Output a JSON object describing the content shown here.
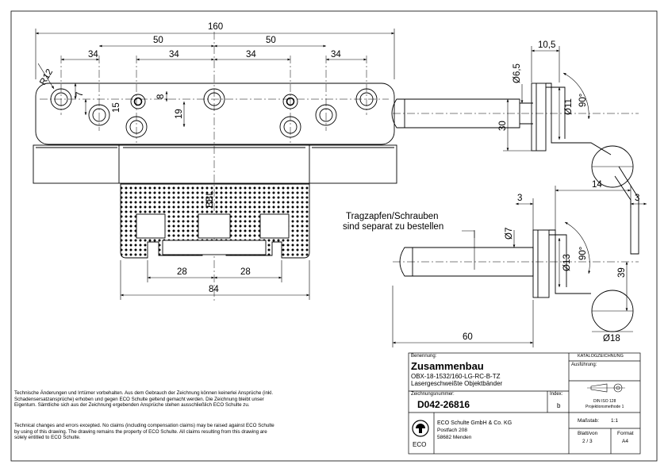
{
  "dimensions": {
    "overall_length": "160",
    "half_left": "50",
    "half_right": "50",
    "pitch_1": "34",
    "pitch_2": "34",
    "pitch_3": "34",
    "pitch_4": "34",
    "radius": "R12",
    "offset_7": "7",
    "offset_15": "15",
    "offset_8": "8",
    "offset_19": "19",
    "side_10_5": "10,5",
    "dia_6_5": "Ø6,5",
    "dia_11": "Ø11",
    "angle_top": "90°",
    "height_30": "30",
    "label_bbl": "BBL",
    "gap_3_left": "3",
    "width_14": "14",
    "gap_3_right": "3",
    "dia_7": "Ø7",
    "dia_13": "Ø13",
    "angle_bottom": "90°",
    "height_39": "39",
    "slot_28_left": "28",
    "slot_28_right": "28",
    "width_84": "84",
    "length_60": "60",
    "dia_18": "Ø18"
  },
  "callout": {
    "line1": "Tragzapfen/Schrauben",
    "line2": "sind separat zu bestellen"
  },
  "notes": {
    "german": "Technische Änderungen und Irrtümer vorbehalten. Aus dem Gebrauch der Zeichnung können keinerlei Ansprüche (inkl. Schadensersatzansprüche) erhoben und gegen ECO Schulte geltend gemacht werden. Die Zeichnung bleibt unser Eigentum. Sämtliche sich aus der Zeichnung ergebenden Ansprüche stehen ausschließlich ECO Schulte zu.",
    "english": "Technical changes and errors excepted. No claims (including compensation claims) may be raised against ECO Schulte by using of this drawing. The drawing remains the property of ECO Schulte. All claims resulting from this drawing are solely entitled to ECO Schulte."
  },
  "title_block": {
    "benennung_label": "Benennung:",
    "title": "Zusammenbau",
    "part_code": "OBX-18-1532/160-LG-RC-B-TZ",
    "description": "Lasergeschweißte Objektbänder",
    "katalog_label": "KATALOGZEICHNUNG",
    "ausfuehrung_label": "Ausführung:",
    "projection_label": "DIN ISO 128",
    "projection_sub": "Projektionsmethode 1",
    "zeichnungsnummer_label": "Zeichnungsnummer:",
    "drawing_number": "D042-26816",
    "index_label": "Index:",
    "index_value": "b",
    "massstab_label": "Maßstab:",
    "massstab_value": "1:1",
    "company_name": "ECO Schulte GmbH & Co. KG",
    "company_street": "Postfach 208",
    "company_city": "58682 Menden",
    "logo_text": "ECO",
    "blatt_label": "Blatt/von",
    "blatt_value": "2 / 3",
    "format_label": "Format",
    "format_value": "A4"
  },
  "colors": {
    "line": "#000000",
    "paper": "#ffffff"
  }
}
